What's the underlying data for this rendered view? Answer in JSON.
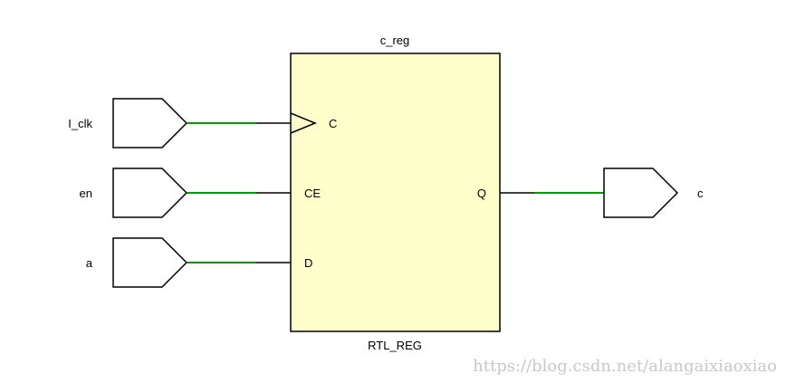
{
  "register": {
    "instance_name": "c_reg",
    "cell_type": "RTL_REG",
    "fill_color": "#ffffcc",
    "pins": {
      "clock": "C",
      "enable": "CE",
      "data": "D",
      "output": "Q"
    }
  },
  "inputs": [
    {
      "name": "I_clk"
    },
    {
      "name": "en"
    },
    {
      "name": "a"
    }
  ],
  "outputs": [
    {
      "name": "c"
    }
  ],
  "colors": {
    "wire": "#00a000",
    "outline": "#000000"
  },
  "watermark": "https://blog.csdn.net/alangaixiaoxiao"
}
